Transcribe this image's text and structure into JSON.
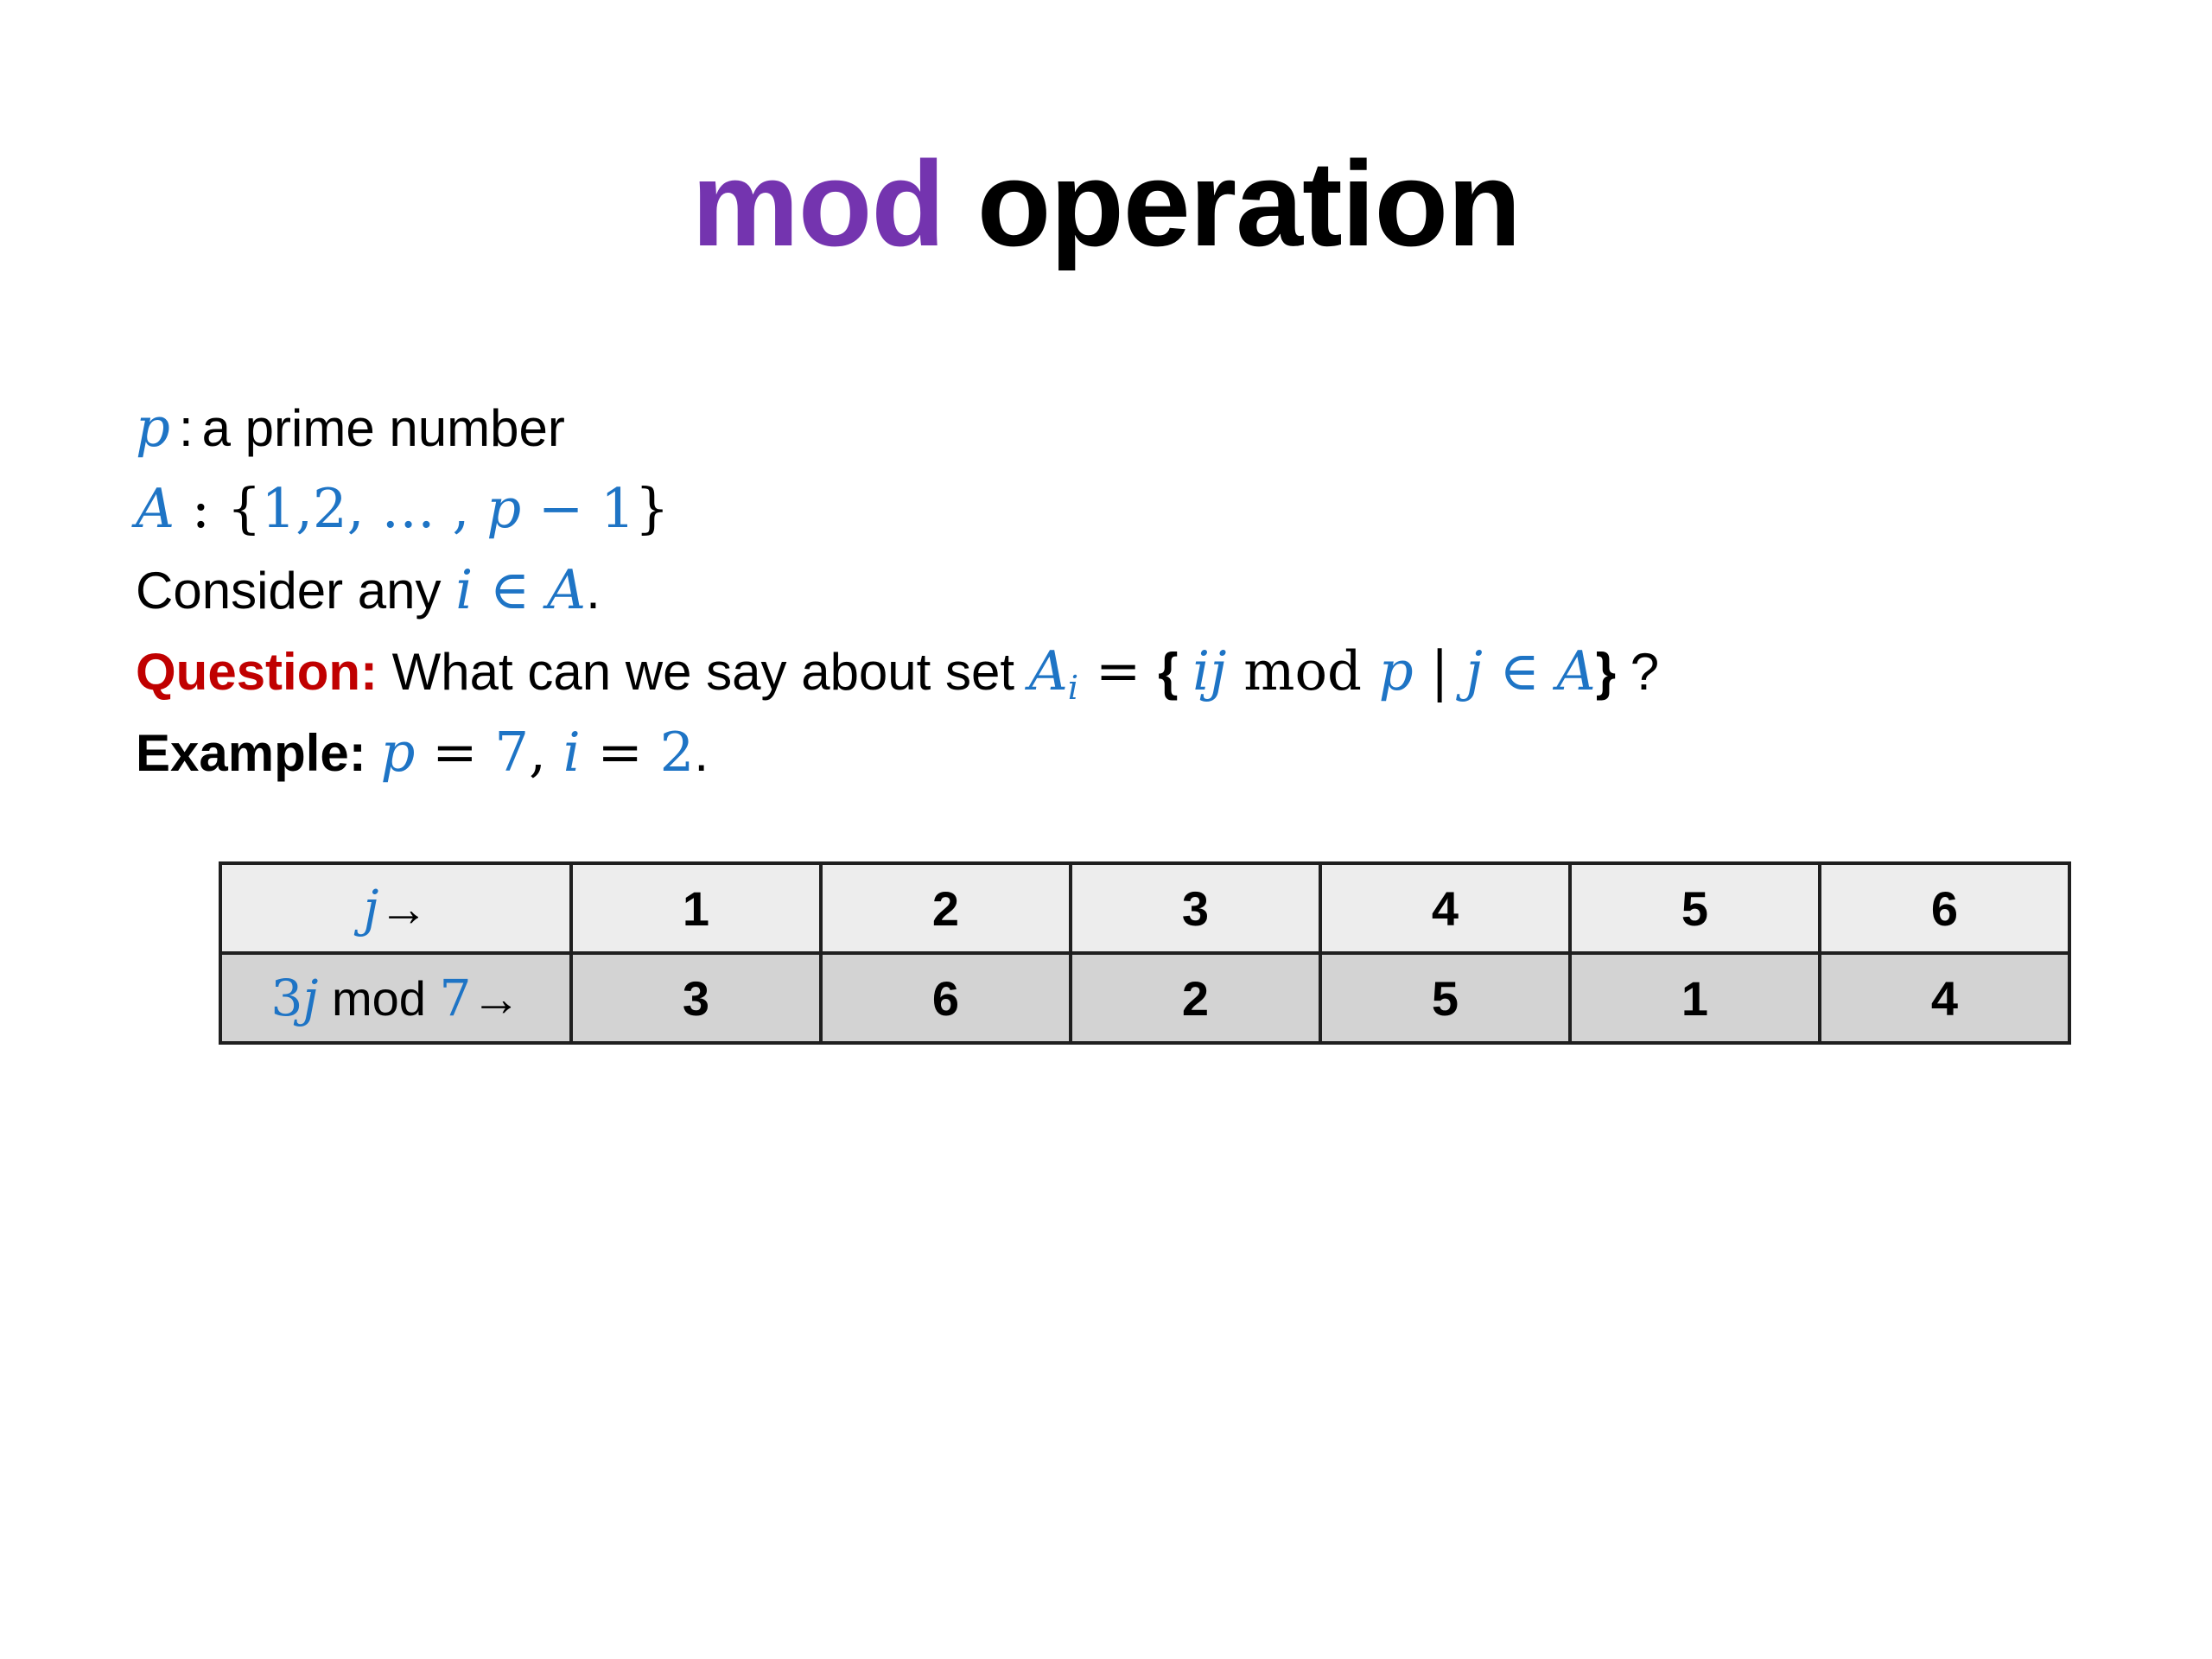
{
  "title": {
    "accent_word": "mod",
    "rest_word": " operation"
  },
  "content": {
    "line1": {
      "p": "p",
      "colon": ":",
      "text": "a prime number"
    },
    "line2": {
      "A": "A",
      "colon": " : ",
      "open": "{",
      "list": "1,2, … , ",
      "p": "p",
      "tail": " − 1",
      "close": "}"
    },
    "line3": {
      "lead": "Consider any ",
      "i": "i",
      "in": " ∈ ",
      "A": "A",
      "period": "."
    },
    "line4": {
      "q": "Question:",
      "mid": " What can we say about set ",
      "Ai_base": "A",
      "Ai_sub": "i",
      "eq": " = ",
      "open": "{ ",
      "ij": "ij",
      "mod": " mod ",
      "p": "p",
      "bar": " | ",
      "j": "j",
      "in": " ∈ ",
      "A": "A",
      "close": "}",
      "qmark": " ?"
    },
    "line5": {
      "label": "Example",
      "colon": ": ",
      "p": "p",
      "eq1": " = ",
      "v1": "7",
      "comma": ", ",
      "i": "i",
      "eq2": " = ",
      "v2": "2",
      "period": "."
    }
  },
  "table": {
    "header": {
      "j": "j",
      "arrow": "→",
      "cells": [
        "1",
        "2",
        "3",
        "4",
        "5",
        "6"
      ]
    },
    "row": {
      "coef": "3",
      "j": "j",
      "mod": " mod ",
      "seven": "7",
      "arrow": "→",
      "cells": [
        "3",
        "6",
        "2",
        "5",
        "1",
        "4"
      ]
    }
  },
  "colors": {
    "accent_purple": "#7434AF",
    "math_blue": "#1E74C5",
    "question_red": "#C00000",
    "table_header_bg": "#EDEDED",
    "table_row_bg": "#D3D3D3",
    "table_border": "#1F1F1F"
  }
}
